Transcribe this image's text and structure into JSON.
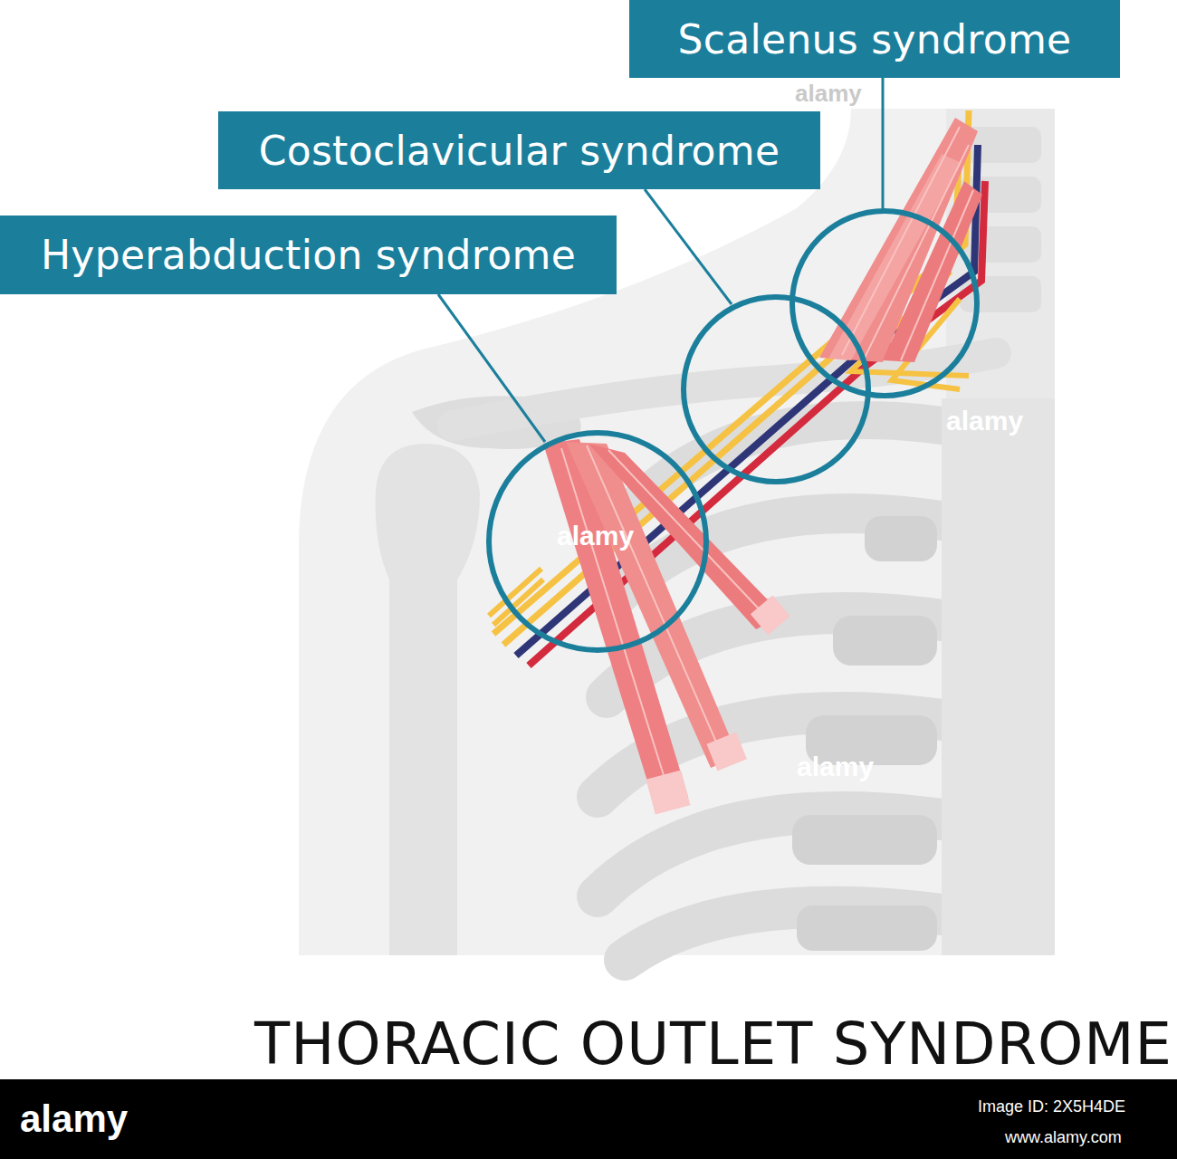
{
  "diagram": {
    "title": "THORACIC OUTLET SYNDROME",
    "nodes": [
      {
        "text": [
          "Scalenus syndrome"
        ]
      },
      {
        "text": [
          "Costoclavicular syndrome"
        ]
      },
      {
        "text": [
          "Hyperabduction syndrome"
        ]
      }
    ],
    "labels": [
      "alamy",
      "alamy",
      "alamy",
      "alamy",
      "alamy",
      "Image ID: 2X5H4DE",
      "www.alamy.com"
    ]
  }
}
